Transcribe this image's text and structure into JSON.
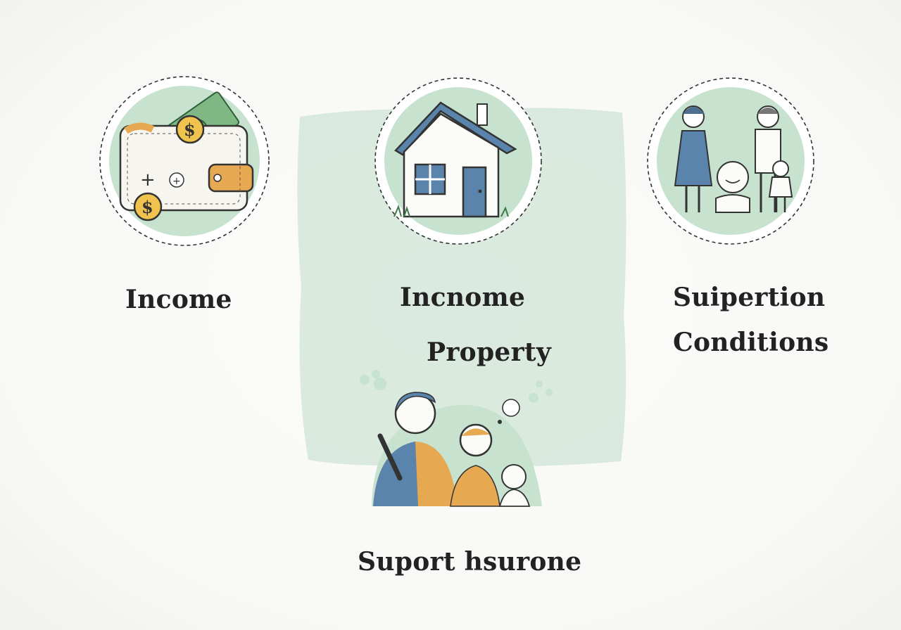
{
  "labels": {
    "income": "Income",
    "center_title": "Incnome",
    "property": "Property",
    "right_title": "Suipertion",
    "conditions": "Conditions",
    "support": "Suport hsurone"
  },
  "icons": {
    "wallet": "wallet-with-cash-and-coins",
    "house": "house",
    "family": "family-group",
    "people": "people-group-support"
  },
  "colors": {
    "mint": "#c9e3d2",
    "blue": "#5b84ad",
    "orange": "#e6a850",
    "ink": "#2b2b2b"
  }
}
